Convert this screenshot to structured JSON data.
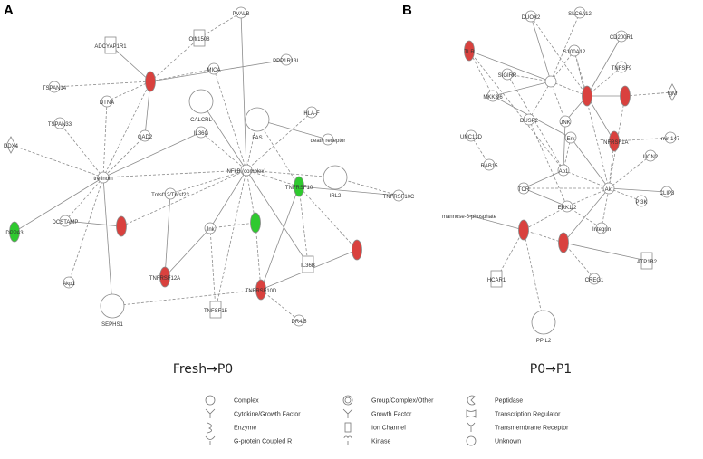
{
  "panels": [
    {
      "letter": "A",
      "caption": "Fresh→P0",
      "nodes": [
        {
          "id": "PVALB",
          "label": "PVALB",
          "color": "white"
        },
        {
          "id": "Olfr1508",
          "label": "Olfr1508",
          "color": "white"
        },
        {
          "id": "ADCYAP1R1",
          "label": "ADCYAP1R1",
          "color": "white"
        },
        {
          "id": "PPP1R13L",
          "label": "PPP1R13L",
          "color": "white"
        },
        {
          "id": "MICA",
          "label": "MICA",
          "color": "white"
        },
        {
          "id": "TSPAN14",
          "label": "TSPAN14",
          "color": "white"
        },
        {
          "id": "hub1",
          "label": "",
          "color": "red"
        },
        {
          "id": "DTNA",
          "label": "DTNA",
          "color": "white"
        },
        {
          "id": "CALCRL",
          "label": "CALCRL",
          "color": "white"
        },
        {
          "id": "TSPAN33",
          "label": "TSPAN33",
          "color": "white"
        },
        {
          "id": "GAD2",
          "label": "GAD2",
          "color": "white"
        },
        {
          "id": "FAS",
          "label": "FAS",
          "color": "white"
        },
        {
          "id": "HLA-F",
          "label": "HLA-F",
          "color": "white"
        },
        {
          "id": "IL36G",
          "label": "IL36G",
          "color": "white"
        },
        {
          "id": "death_receptor",
          "label": "death receptor",
          "color": "white"
        },
        {
          "id": "DDX4",
          "label": "DDX4",
          "color": "white"
        },
        {
          "id": "tretinoin",
          "label": "tretinoin",
          "color": "white"
        },
        {
          "id": "NFkB",
          "label": "NFkB (complex)",
          "color": "white"
        },
        {
          "id": "IRL2",
          "label": "IRL2",
          "color": "white"
        },
        {
          "id": "TNFRSF10C",
          "label": "TNFRSF10C",
          "color": "white"
        },
        {
          "id": "TNFRSF10",
          "label": "TNFRSF10",
          "color": "green"
        },
        {
          "id": "Tnfsf12",
          "label": "Tnfsf12/Tnfsf23",
          "color": "white"
        },
        {
          "id": "DCSTAMP",
          "label": "DCSTAMP",
          "color": "white"
        },
        {
          "id": "red_dcstamp",
          "label": "",
          "color": "red"
        },
        {
          "id": "DPPA3",
          "label": "DPPA3",
          "color": "green"
        },
        {
          "id": "Jnk",
          "label": "Jnk",
          "color": "white"
        },
        {
          "id": "green_mid",
          "label": "",
          "color": "green"
        },
        {
          "id": "TNFRSF12A",
          "label": "TNFRSF12A",
          "color": "red"
        },
        {
          "id": "IL36B",
          "label": "IL36B",
          "color": "white"
        },
        {
          "id": "red_right",
          "label": "",
          "color": "red"
        },
        {
          "id": "Akp1",
          "label": "Akp1",
          "color": "white"
        },
        {
          "id": "TNFRSF10D",
          "label": "TNFRSF10D",
          "color": "red"
        },
        {
          "id": "SEPHS1",
          "label": "SEPHS1",
          "color": "white"
        },
        {
          "id": "TNFSF15",
          "label": "TNFSF15",
          "color": "white"
        },
        {
          "id": "DR45",
          "label": "DR4/5",
          "color": "white"
        }
      ]
    },
    {
      "letter": "B",
      "caption": "P0→P1",
      "nodes": [
        {
          "id": "DUOX2",
          "label": "DUOX2",
          "color": "white"
        },
        {
          "id": "SLC6A12",
          "label": "SLC6A12",
          "color": "white"
        },
        {
          "id": "TLR",
          "label": "TLR",
          "color": "red"
        },
        {
          "id": "CD200R1",
          "label": "CD200R1",
          "color": "white"
        },
        {
          "id": "S100A12",
          "label": "S100A12",
          "color": "white"
        },
        {
          "id": "SIGIRR",
          "label": "SIGIRR",
          "color": "white"
        },
        {
          "id": "TNFSF9",
          "label": "TNFSF9",
          "color": "white"
        },
        {
          "id": "MKK",
          "label": "",
          "color": "white"
        },
        {
          "id": "red_b1",
          "label": "",
          "color": "red"
        },
        {
          "id": "red_b2",
          "label": "",
          "color": "red"
        },
        {
          "id": "IgM",
          "label": "IgM",
          "color": "white"
        },
        {
          "id": "MKK36",
          "label": "MKK3/6",
          "color": "white"
        },
        {
          "id": "DUSP2",
          "label": "DUSP2",
          "color": "white"
        },
        {
          "id": "JNK",
          "label": "JNK",
          "color": "white"
        },
        {
          "id": "TNFRSF1A",
          "label": "TNFRSF1A",
          "color": "red"
        },
        {
          "id": "mir147",
          "label": "mir-147",
          "color": "white"
        },
        {
          "id": "UNC13D",
          "label": "UNC13D",
          "color": "white"
        },
        {
          "id": "Erk",
          "label": "Erk",
          "color": "white"
        },
        {
          "id": "RAB15",
          "label": "RAB15",
          "color": "white"
        },
        {
          "id": "Ap1",
          "label": "Ap1",
          "color": "white"
        },
        {
          "id": "UCN2",
          "label": "UCN2",
          "color": "white"
        },
        {
          "id": "TCR",
          "label": "TCR",
          "color": "white"
        },
        {
          "id": "Akt",
          "label": "Akt",
          "color": "white"
        },
        {
          "id": "ERK12",
          "label": "ERK1/2",
          "color": "white"
        },
        {
          "id": "PI3K",
          "label": "PI3K",
          "color": "white"
        },
        {
          "id": "CLIP3",
          "label": "CLIP3",
          "color": "white"
        },
        {
          "id": "M6P",
          "label": "mannose-6-phosphate",
          "color": "white"
        },
        {
          "id": "red_b3",
          "label": "",
          "color": "red"
        },
        {
          "id": "Integrin",
          "label": "Integrin",
          "color": "white"
        },
        {
          "id": "red_b4",
          "label": "",
          "color": "red"
        },
        {
          "id": "ATP1B2",
          "label": "ATP1B2",
          "color": "white"
        },
        {
          "id": "HCAR1",
          "label": "HCAR1",
          "color": "white"
        },
        {
          "id": "CREG1",
          "label": "CREG1",
          "color": "white"
        },
        {
          "id": "PPIL2",
          "label": "PPIL2",
          "color": "white"
        }
      ]
    }
  ],
  "legend": [
    {
      "label": "Complex",
      "icon": "complex-icon"
    },
    {
      "label": "Cytokine/Growth Factor",
      "icon": "cytokine-icon"
    },
    {
      "label": "Enzyme",
      "icon": "enzyme-icon"
    },
    {
      "label": "G-protein Coupled R",
      "icon": "gpcr-icon"
    },
    {
      "label": "Group/Complex/Other",
      "icon": "group-icon"
    },
    {
      "label": "Growth Factor",
      "icon": "growth-factor-icon"
    },
    {
      "label": "Ion Channel",
      "icon": "ion-channel-icon"
    },
    {
      "label": "Kinase",
      "icon": "kinase-icon"
    },
    {
      "label": "Peptidase",
      "icon": "peptidase-icon"
    },
    {
      "label": "Transcription Regulator",
      "icon": "transcription-regulator-icon"
    },
    {
      "label": "Transmembrane Receptor",
      "icon": "transmembrane-receptor-icon"
    },
    {
      "label": "Unknown",
      "icon": "unknown-icon"
    }
  ],
  "colors": {
    "red": "#d9413e",
    "green": "#2fc92f",
    "white": "#ffffff",
    "edge": "#8c8c8c"
  }
}
